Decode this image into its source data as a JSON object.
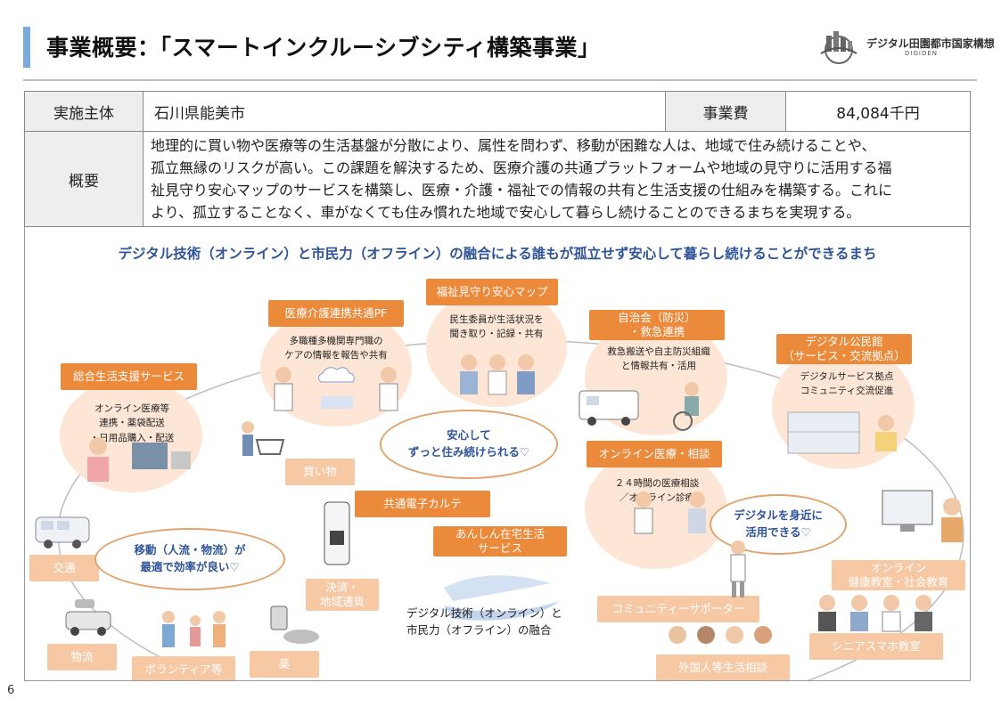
{
  "title": "事業概要：「スマートインクルーシブシティ構築事業」",
  "logo": {
    "name": "デジタル田園都市国家構想",
    "sub": "DIGIDEN"
  },
  "info": {
    "implementer_label": "実施主体",
    "implementer": "石川県能美市",
    "cost_label": "事業費",
    "cost": "84,084千円",
    "summary_label": "概要",
    "summary_lines": [
      "地理的に買い物や医療等の生活基盤が分散により、属性を問わず、移動が困難な人は、地域で住み続けることや、",
      "孤立無縁のリスクが高い。この課題を解決するため、医療介護の共通プラットフォームや地域の見守りに活用する福",
      "祉見守り安心マップのサービスを構築し、医療・介護・福祉での情報の共有と生活支援の仕組みを構築する。これに",
      "より、孤立することなく、車がなくても住み慣れた地域で安心して暮らし続けることのできるまちを実現する。"
    ]
  },
  "diagram": {
    "headline": "デジタル技術（オンライン）と市民力（オフライン）の融合による誰もが孤立せず安心して暮らし続けることができるまち",
    "services": {
      "sogo": {
        "label": "総合生活支援サービス",
        "lines": [
          "オンライン医療等",
          "連携・薬袋配送",
          "・日用品購入・配送"
        ]
      },
      "iryo_kaigo": {
        "label": "医療介護連携共通PF",
        "lines": [
          "多職種多機関専門職の",
          "ケアの情報を報告や共有"
        ]
      },
      "fukushi_map": {
        "label": "福祉見守り安心マップ",
        "lines": [
          "民生委員が生活状況を",
          "聞き取り・記録・共有"
        ]
      },
      "jichikai": {
        "label_lines": [
          "自治会（防災）",
          "・救急連携"
        ],
        "lines": [
          "救急搬送や自主防災組織",
          "と情報共有・活用"
        ]
      },
      "kominkan": {
        "label_lines": [
          "デジタル公民館",
          "（サービス・交流拠点）"
        ],
        "lines": [
          "デジタルサービス拠点",
          "コミュニティ交流促進"
        ]
      },
      "online_iryo": {
        "label": "オンライン医療・相談",
        "lines": [
          "２４時間の医療相談",
          "／オンライン診療"
        ]
      },
      "karute": {
        "label": "共通電子カルテ"
      },
      "zaitaku": {
        "label_lines": [
          "あんしん在宅生活",
          "サービス"
        ]
      }
    },
    "tags": {
      "kaimono": "買い物",
      "kotsu": "交通",
      "butsuryu": "物流",
      "volunteer": "ボランティア等",
      "kusuri": "薬",
      "kessai": [
        "決済・",
        "地域通貨"
      ],
      "community_supporter": "コミュニティーサポーター",
      "kenko": [
        "オンライン",
        "健康教室・社会教育"
      ],
      "senior": "シニアスマホ教室",
      "gaikokujin": "外国人等生活相談"
    },
    "clouds": {
      "center": [
        "安心して",
        "ずっと住み続けられる♡"
      ],
      "left": [
        "移動（人流・物流）が",
        "最適で効率が良い♡"
      ],
      "right": [
        "デジタルを身近に",
        "活用できる♡"
      ]
    },
    "fusion": [
      "デジタル技術（オンライン）と",
      "市民力（オフライン）の融合"
    ]
  },
  "page_number": "6",
  "colors": {
    "accent_orange": "#ec8a3c",
    "pale_orange": "#f7c8a4",
    "circle_fill": "#fde6d6",
    "headline_blue": "#2f5597",
    "title_bar": "#7aaad8"
  }
}
